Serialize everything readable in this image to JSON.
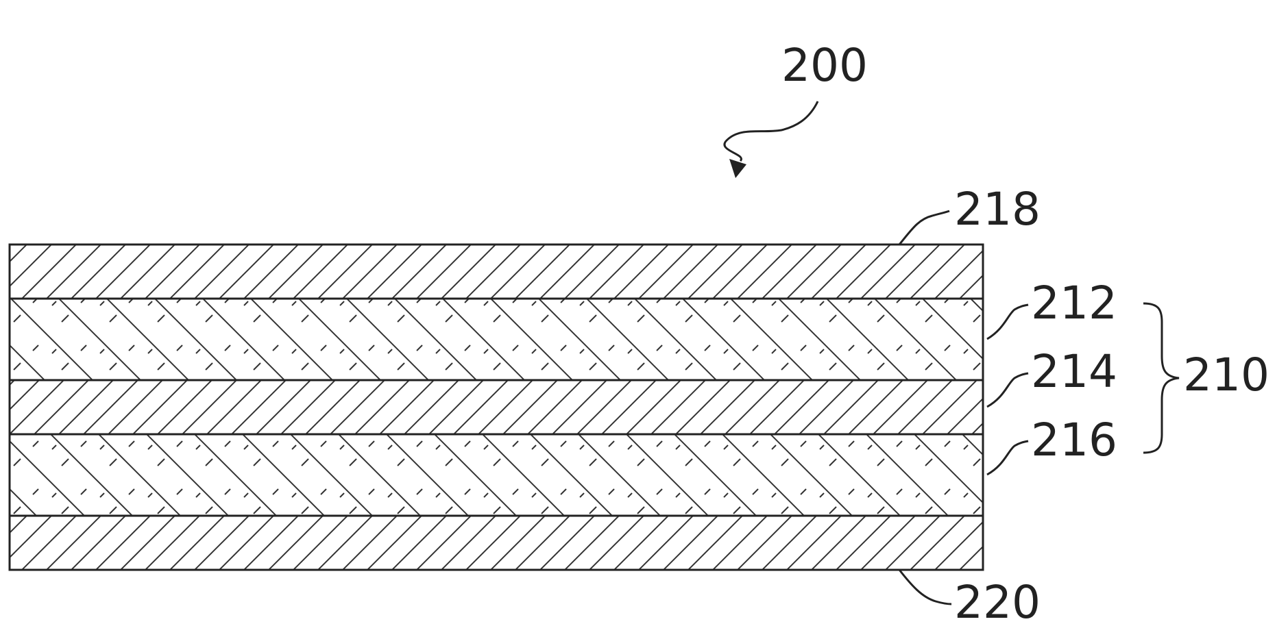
{
  "figure": {
    "assembly_label": "200",
    "group_label": "210",
    "colors": {
      "ink": "#222222",
      "hatch": "#333333",
      "background": "#ffffff"
    },
    "layers": [
      {
        "id": "layer-218",
        "label": "218",
        "pattern": "hatch-diagonal"
      },
      {
        "id": "layer-212",
        "label": "212",
        "pattern": "hatch-herringbone-dashed"
      },
      {
        "id": "layer-214",
        "label": "214",
        "pattern": "hatch-diagonal"
      },
      {
        "id": "layer-216",
        "label": "216",
        "pattern": "hatch-herringbone-dashed"
      },
      {
        "id": "layer-220",
        "label": "220",
        "pattern": "hatch-diagonal"
      }
    ]
  }
}
